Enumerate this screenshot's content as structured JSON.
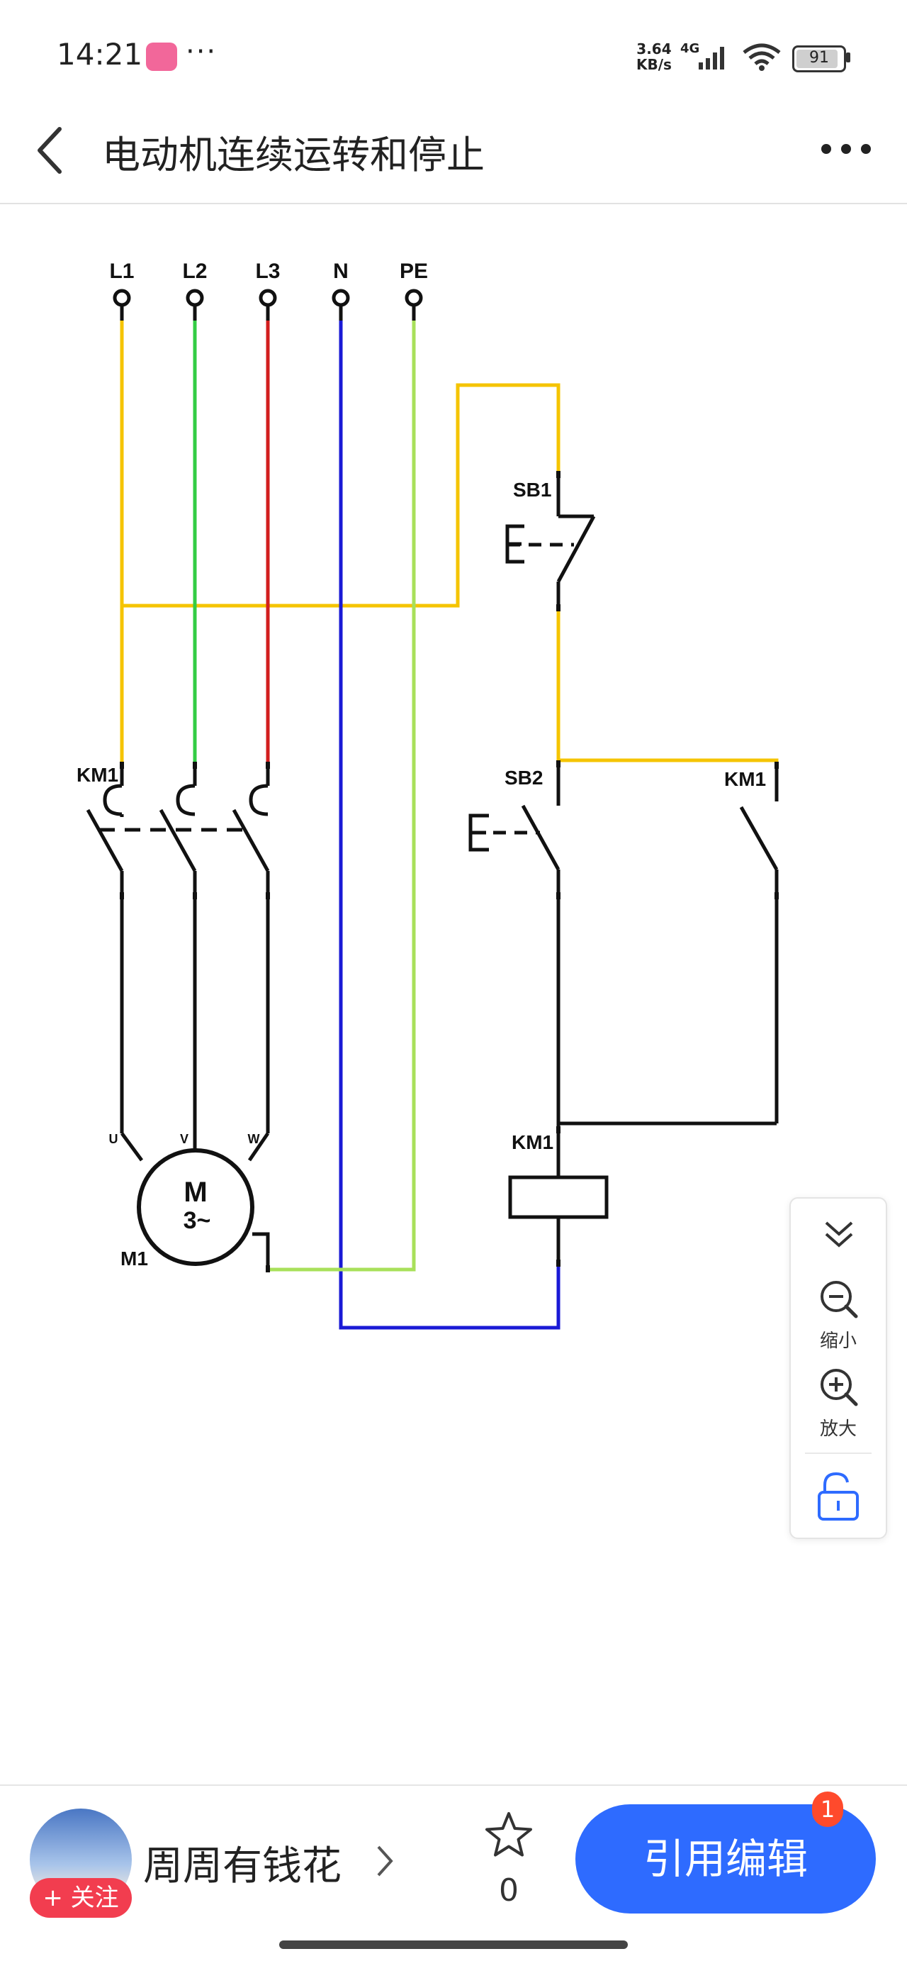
{
  "status_bar": {
    "time": "14:21",
    "more": "···",
    "speed_value": "3.64",
    "speed_unit": "KB/s",
    "network": "4G",
    "battery": "91",
    "battery_level": 0.91
  },
  "header": {
    "title": "电动机连续运转和停止"
  },
  "diagram": {
    "terminals": [
      "L1",
      "L2",
      "L3",
      "N",
      "PE"
    ],
    "labels": {
      "sb1": "SB1",
      "sb2": "SB2",
      "km1_main": "KM1",
      "km1_aux": "KM1",
      "km1_coil": "KM1",
      "motor_m": "M",
      "motor_phase": "3~",
      "motor_id": "M1",
      "u": "U",
      "v": "V",
      "w": "W",
      "button_e1": "E",
      "button_e2": "E"
    },
    "colors": {
      "l1": "#f5c400",
      "l2": "#33cc44",
      "l3": "#d21e1e",
      "n": "#1a1ad6",
      "pe": "#a8e05a",
      "control": "#111111"
    }
  },
  "zoom_panel": {
    "zoom_out_label": "缩小",
    "zoom_in_label": "放大"
  },
  "bottom_bar": {
    "follow_label": "+ 关注",
    "author_name": "周周有钱花",
    "like_count": "0",
    "cite_label": "引用编辑",
    "badge_count": "1"
  }
}
